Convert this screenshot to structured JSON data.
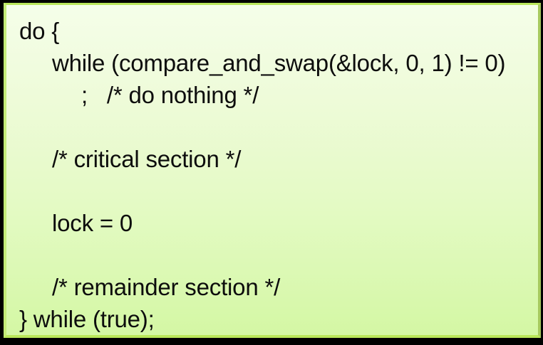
{
  "slide": {
    "kind": "code-snippet-figure",
    "language": "c",
    "title_text": "",
    "colors": {
      "outer_frame": "#000000",
      "accent_ring": "#b9e75a",
      "body_gradient_top": "#f5fee9",
      "body_gradient_bottom": "#d4f7a4",
      "code_text": "#0d0d0d"
    },
    "code_lines": [
      {
        "text": "do {",
        "indent": 0
      },
      {
        "text": "while (compare_and_swap(&lock, 0, 1) != 0)",
        "indent": 1
      },
      {
        "text": ";   /* do nothing */",
        "indent": 2
      },
      {
        "text": "",
        "indent": 0
      },
      {
        "text": "/* critical section */",
        "indent": 1
      },
      {
        "text": "",
        "indent": 0
      },
      {
        "text": "lock = 0",
        "indent": 1
      },
      {
        "text": "",
        "indent": 0
      },
      {
        "text": "/* remainder section */",
        "indent": 1
      },
      {
        "text": "} while (true);",
        "indent": 0
      }
    ]
  }
}
